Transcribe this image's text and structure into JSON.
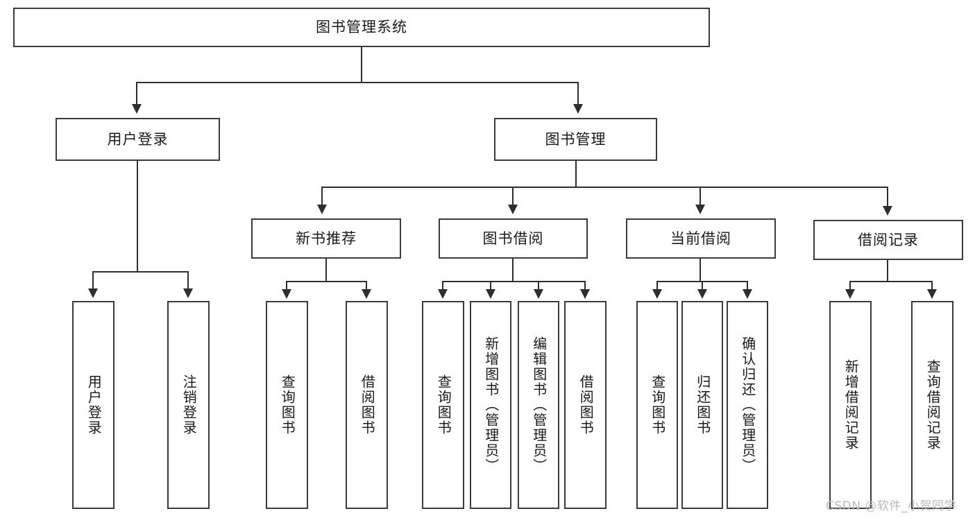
{
  "diagram": {
    "type": "tree-hierarchy",
    "title": "图书管理系统",
    "root": {
      "id": "root",
      "label": "图书管理系统",
      "level": 0
    },
    "level1": [
      {
        "id": "user-login",
        "label": "用户登录"
      },
      {
        "id": "book-management",
        "label": "图书管理"
      }
    ],
    "level2": [
      {
        "id": "new-book-recommend",
        "label": "新书推荐",
        "parent": "book-management"
      },
      {
        "id": "book-borrow",
        "label": "图书借阅",
        "parent": "book-management"
      },
      {
        "id": "current-borrow",
        "label": "当前借阅",
        "parent": "book-management"
      },
      {
        "id": "borrow-record",
        "label": "借阅记录",
        "parent": "book-management"
      }
    ],
    "leaves": {
      "user_login": [
        {
          "id": "leaf-user-login",
          "label": "用户登录"
        },
        {
          "id": "leaf-logout-login",
          "label": "注销登录"
        }
      ],
      "new_book_recommend": [
        {
          "id": "leaf-query-book-1",
          "label": "查询图书"
        },
        {
          "id": "leaf-borrow-book-1",
          "label": "借阅图书"
        }
      ],
      "book_borrow": [
        {
          "id": "leaf-query-book-2",
          "label": "查询图书"
        },
        {
          "id": "leaf-add-book",
          "label": "新增图书（管理员）"
        },
        {
          "id": "leaf-edit-book",
          "label": "编辑图书（管理员）"
        },
        {
          "id": "leaf-borrow-book-2",
          "label": "借阅图书"
        }
      ],
      "current_borrow": [
        {
          "id": "leaf-query-book-3",
          "label": "查询图书"
        },
        {
          "id": "leaf-return-book",
          "label": "归还图书"
        },
        {
          "id": "leaf-confirm-return",
          "label": "确认归还（管理员）"
        }
      ],
      "borrow_record": [
        {
          "id": "leaf-add-record",
          "label": "新增借阅记录"
        },
        {
          "id": "leaf-query-record",
          "label": "查询借阅记录"
        }
      ]
    }
  },
  "watermark": {
    "text": "CSDN @软件_小贺同学"
  },
  "colors": {
    "border": "#3b3b3b",
    "line": "#2e2e2e",
    "text": "#1a1a1a",
    "background": "#ffffff",
    "watermark": "#b9b9b9"
  }
}
